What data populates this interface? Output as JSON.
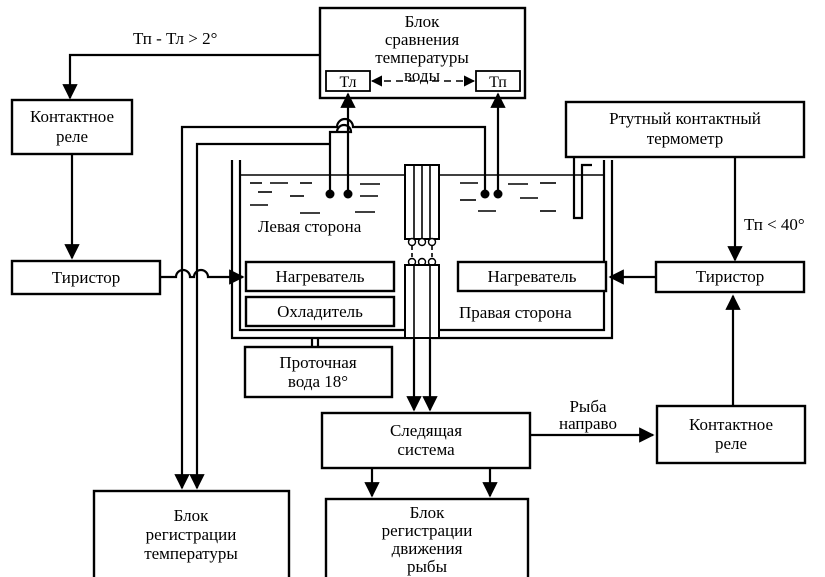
{
  "blocks": {
    "comparator": {
      "line1": "Блок",
      "line2": "сравнения",
      "line3": "температуры",
      "line4": "воды",
      "left_sensor": "Тл",
      "right_sensor": "Тп"
    },
    "condition_top": "Тп - Тл  >  2°",
    "relay_left": {
      "line1": "Контактное",
      "line2": "реле"
    },
    "thyristor_left": "Тиристор",
    "mercury_thermometer": {
      "line1": "Ртутный контактный",
      "line2": "термометр"
    },
    "condition_right": "Тп  < 40°",
    "thyristor_right": "Тиристор",
    "tank": {
      "left_side": "Левая сторона",
      "right_side": "Правая сторона",
      "heater_left": "Нагреватель",
      "cooler": "Охладитель",
      "heater_right": "Нагреватель"
    },
    "flow_water": {
      "line1": "Проточная",
      "line2": "вода  18°"
    },
    "tracking": {
      "line1": "Следящая",
      "line2": "система"
    },
    "fish_right": {
      "line1": "Рыба",
      "line2": "направо"
    },
    "relay_right": {
      "line1": "Контактное",
      "line2": "реле"
    },
    "temp_recording": {
      "line1": "Блок",
      "line2": "регистрации",
      "line3": "температуры"
    },
    "fish_recording": {
      "line1": "Блок",
      "line2": "регистрации",
      "line3": "движения",
      "line4": "рыбы"
    }
  }
}
